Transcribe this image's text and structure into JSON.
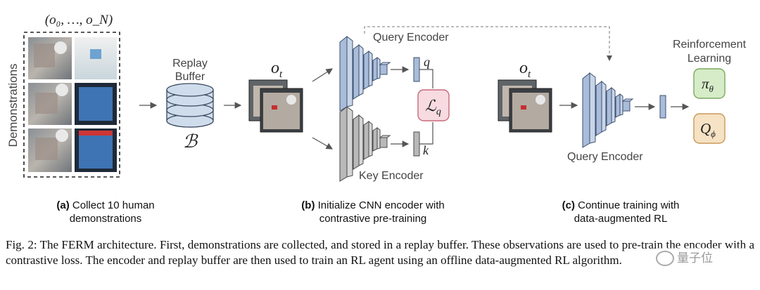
{
  "diagram": {
    "obs_sequence_label": "(o₀, …, o_N)",
    "demonstrations_label": "Demonstrations",
    "replay_buffer_label_line1": "Replay",
    "replay_buffer_label_line2": "Buffer",
    "replay_buffer_symbol": "ℬ",
    "obs_label_b": "o",
    "obs_sub_b": "t",
    "query_encoder_label": "Query Encoder",
    "key_encoder_label": "Key Encoder",
    "q_label": "q",
    "k_label": "k",
    "loss_label": "ℒ",
    "loss_sub": "q",
    "obs_label_c": "o",
    "obs_sub_c": "t",
    "query_encoder_label_c": "Query Encoder",
    "rl_label_line1": "Reinforcement",
    "rl_label_line2": "Learning",
    "policy_label": "π",
    "policy_sub": "θ",
    "q_function_label": "Q",
    "q_function_sub": "ϕ"
  },
  "captions": {
    "a_tag": "(a)",
    "a_text_line1": "Collect 10 human",
    "a_text_line2": "demonstrations",
    "b_tag": "(b)",
    "b_text_line1": "Initialize CNN encoder with",
    "b_text_line2": "contrastive pre-training",
    "c_tag": "(c)",
    "c_text_line1": "Continue training with",
    "c_text_line2": "data-augmented RL"
  },
  "figure_caption": "Fig. 2: The FERM architecture. First, demonstrations are collected, and stored in a replay buffer. These observations are used to pre-train the encoder with a contrastive loss. The encoder and replay buffer are then used to train an RL agent using an offline data-augmented RL algorithm.",
  "watermark_text": "量子位",
  "colors": {
    "query_blue": "#a9bcd9",
    "key_gray": "#b9b9b9",
    "loss_fill": "#f7dbe0",
    "loss_stroke": "#c86a7a",
    "policy_fill": "#d6ecc8",
    "policy_stroke": "#7aaa5e",
    "qfunc_fill": "#f6e2c4",
    "qfunc_stroke": "#c9995a",
    "buffer_fill": "#cfdcec"
  }
}
